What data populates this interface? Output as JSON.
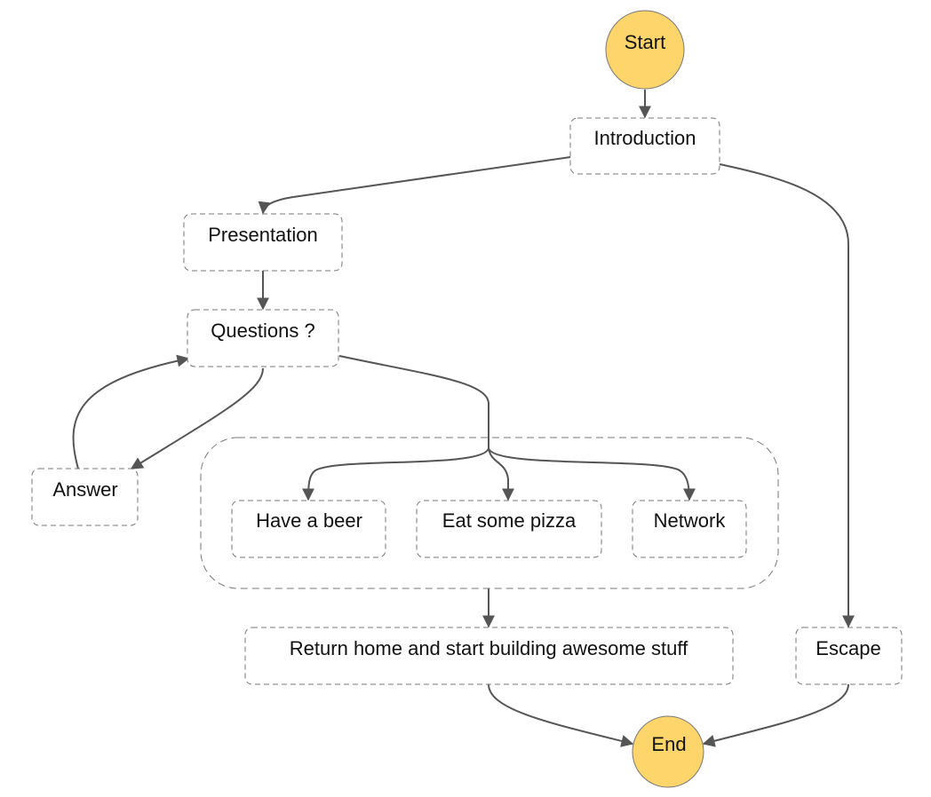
{
  "diagram": {
    "nodes": {
      "start": {
        "label": "Start",
        "shape": "circle",
        "color": "#fdd56a"
      },
      "introduction": {
        "label": "Introduction",
        "shape": "dashed-rect"
      },
      "presentation": {
        "label": "Presentation",
        "shape": "dashed-rect"
      },
      "questions": {
        "label": "Questions ?",
        "shape": "dashed-rect"
      },
      "answer": {
        "label": "Answer",
        "shape": "dashed-rect"
      },
      "have_a_beer": {
        "label": "Have a beer",
        "shape": "dashed-rect"
      },
      "eat_some_pizza": {
        "label": "Eat some pizza",
        "shape": "dashed-rect"
      },
      "network": {
        "label": "Network",
        "shape": "dashed-rect"
      },
      "return_home": {
        "label": "Return home and start building awesome stuff",
        "shape": "dashed-rect"
      },
      "escape": {
        "label": "Escape",
        "shape": "dashed-rect"
      },
      "end": {
        "label": "End",
        "shape": "circle",
        "color": "#fdd56a"
      }
    },
    "groups": [
      {
        "id": "parallel",
        "members": [
          "have_a_beer",
          "eat_some_pizza",
          "network"
        ]
      }
    ],
    "edges": [
      {
        "from": "start",
        "to": "introduction"
      },
      {
        "from": "introduction",
        "to": "presentation"
      },
      {
        "from": "introduction",
        "to": "escape"
      },
      {
        "from": "presentation",
        "to": "questions"
      },
      {
        "from": "questions",
        "to": "answer"
      },
      {
        "from": "answer",
        "to": "questions"
      },
      {
        "from": "questions",
        "to": "have_a_beer"
      },
      {
        "from": "questions",
        "to": "eat_some_pizza"
      },
      {
        "from": "questions",
        "to": "network"
      },
      {
        "from": "parallel",
        "to": "return_home"
      },
      {
        "from": "return_home",
        "to": "end"
      },
      {
        "from": "escape",
        "to": "end"
      }
    ],
    "colors": {
      "terminal_fill": "#fdd56a",
      "edge": "#555555",
      "border": "#777777"
    }
  }
}
